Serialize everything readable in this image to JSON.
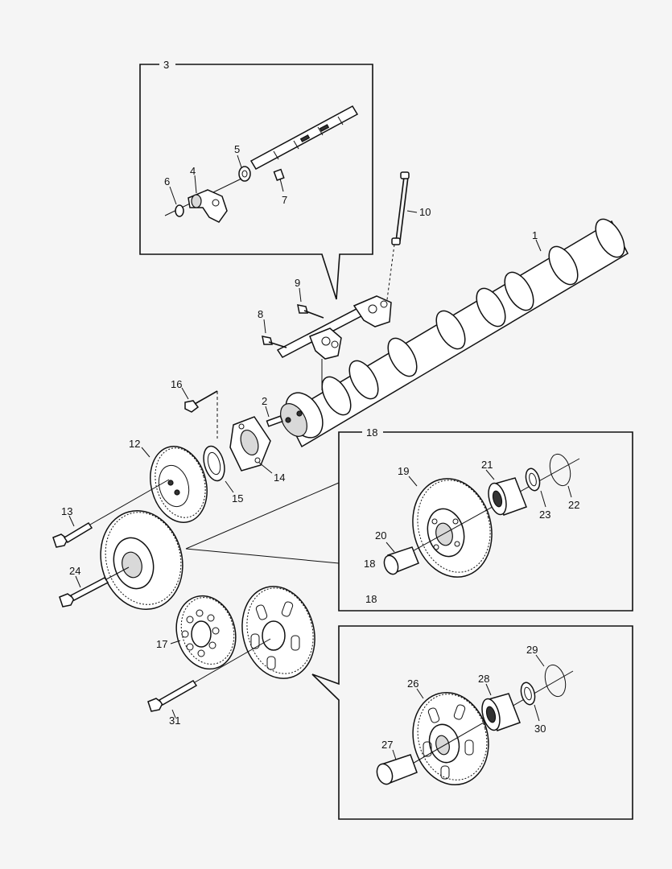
{
  "diagram": {
    "callouts": {
      "c1": "1",
      "c2": "2",
      "c3": "3",
      "c4": "4",
      "c5": "5",
      "c6": "6",
      "c7": "7",
      "c8": "8",
      "c9": "9",
      "c10": "10",
      "c12": "12",
      "c13": "13",
      "c14": "14",
      "c15": "15",
      "c16": "16",
      "c17": "17",
      "c18a": "18",
      "c18b": "18",
      "c18c": "18",
      "c19": "19",
      "c20": "20",
      "c21": "21",
      "c22": "22",
      "c23": "23",
      "c24": "24",
      "c26": "26",
      "c27": "27",
      "c28": "28",
      "c29": "29",
      "c30": "30",
      "c31": "31"
    }
  }
}
